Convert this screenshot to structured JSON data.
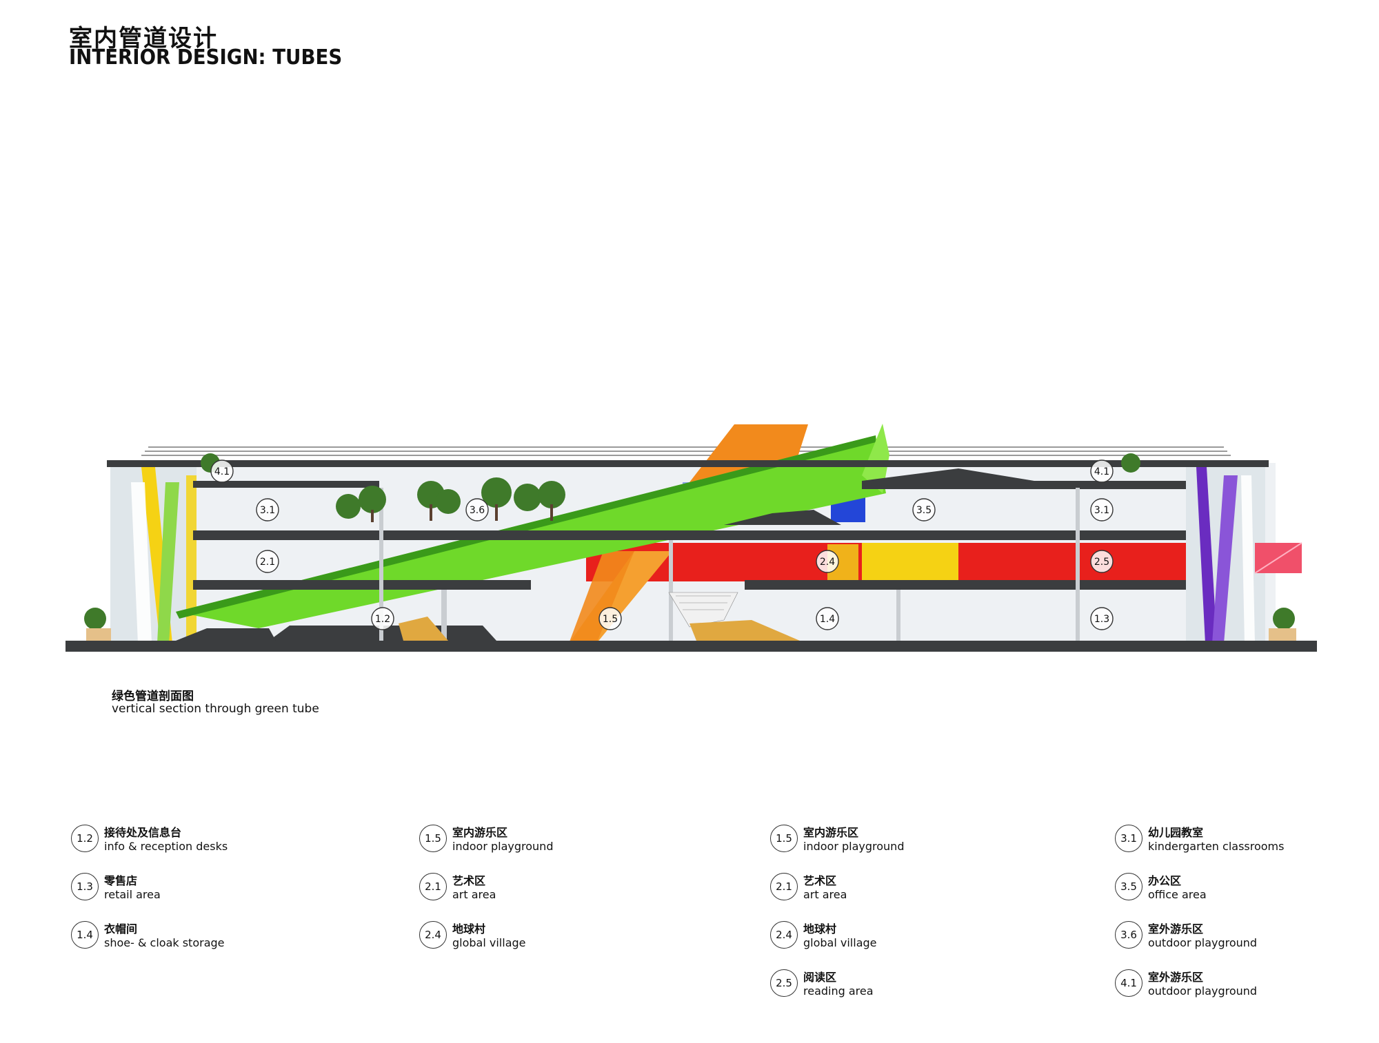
{
  "title": {
    "zh": "室内管道设计",
    "en": "INTERIOR DESIGN: TUBES"
  },
  "caption": {
    "zh": "绿色管道剖面图",
    "en": "vertical section through green tube"
  },
  "diagram_markers": [
    {
      "id": "4.1"
    },
    {
      "id": "3.1"
    },
    {
      "id": "3.6"
    },
    {
      "id": "2.1"
    },
    {
      "id": "1.2"
    },
    {
      "id": "1.5"
    },
    {
      "id": "2.4"
    },
    {
      "id": "1.4"
    },
    {
      "id": "3.5"
    },
    {
      "id": "3.1"
    },
    {
      "id": "2.5"
    },
    {
      "id": "1.3"
    },
    {
      "id": "4.1"
    }
  ],
  "legend": [
    [
      {
        "num": "1.2",
        "zh": "接待处及信息台",
        "en": "info & reception desks"
      },
      {
        "num": "1.3",
        "zh": "零售店",
        "en": "retail area"
      },
      {
        "num": "1.4",
        "zh": "衣帽间",
        "en": "shoe- & cloak storage"
      }
    ],
    [
      {
        "num": "1.5",
        "zh": "室内游乐区",
        "en": "indoor playground"
      },
      {
        "num": "2.1",
        "zh": "艺术区",
        "en": "art area"
      },
      {
        "num": "2.4",
        "zh": "地球村",
        "en": "global village"
      }
    ],
    [
      {
        "num": "1.5",
        "zh": "室内游乐区",
        "en": "indoor playground"
      },
      {
        "num": "2.1",
        "zh": "艺术区",
        "en": "art area"
      },
      {
        "num": "2.4",
        "zh": "地球村",
        "en": "global village"
      },
      {
        "num": "2.5",
        "zh": "阅读区",
        "en": "reading area"
      }
    ],
    [
      {
        "num": "3.1",
        "zh": "幼儿园教室",
        "en": "kindergarten classrooms"
      },
      {
        "num": "3.5",
        "zh": "办公区",
        "en": "office area"
      },
      {
        "num": "3.6",
        "zh": "室外游乐区",
        "en": "outdoor playground"
      },
      {
        "num": "4.1",
        "zh": "室外游乐区",
        "en": "outdoor playground"
      }
    ]
  ],
  "colors": {
    "slab": "#3b3d3f",
    "green_tube": "#6fd92a",
    "orange_tube": "#f28a1c",
    "red_wall": "#e8201c",
    "yellow": "#f5d214",
    "blue": "#2346d8",
    "purple": "#6a2cc0",
    "pink": "#f0506a",
    "tree": "#3f7a2a"
  }
}
